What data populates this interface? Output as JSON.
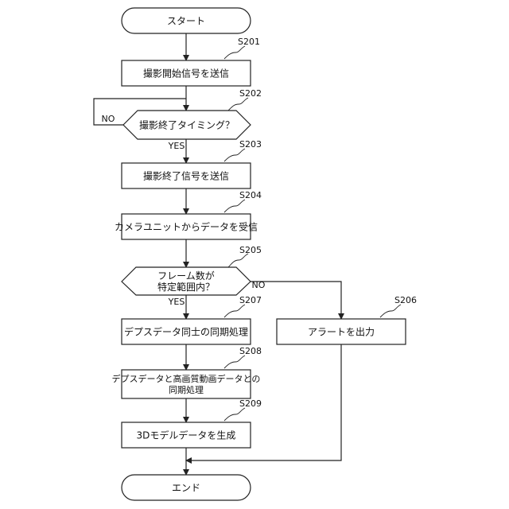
{
  "start": "スタート",
  "end": "エンド",
  "steps": {
    "s201": {
      "id": "S201",
      "text": "撮影開始信号を送信"
    },
    "s202": {
      "id": "S202",
      "text": "撮影終了タイミング？"
    },
    "s203": {
      "id": "S203",
      "text": "撮影終了信号を送信"
    },
    "s204": {
      "id": "S204",
      "text": "カメラユニットからデータを受信"
    },
    "s205": {
      "id": "S205",
      "line1": "フレーム数が",
      "line2": "特定範囲内？"
    },
    "s206": {
      "id": "S206",
      "text": "アラートを出力"
    },
    "s207": {
      "id": "S207",
      "text": "デプスデータ同士の同期処理"
    },
    "s208": {
      "id": "S208",
      "line1": "デプスデータと高画質動画データとの",
      "line2": "同期処理"
    },
    "s209": {
      "id": "S209",
      "text": "3Dモデルデータを生成"
    }
  },
  "branches": {
    "s202_no": "NO",
    "s202_yes": "YES",
    "s205_no": "NO",
    "s205_yes": "YES"
  }
}
